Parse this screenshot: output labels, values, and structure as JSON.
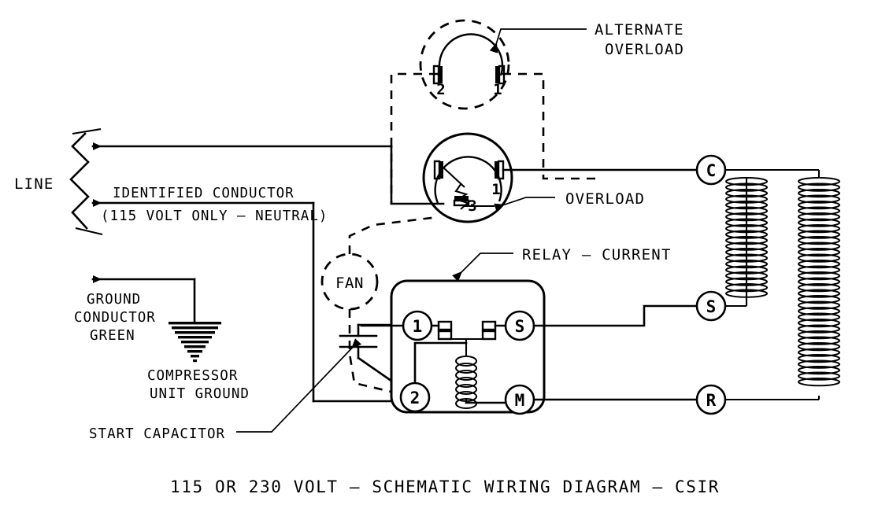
{
  "diagram": {
    "caption": "115 OR 230 VOLT – SCHEMATIC WIRING DIAGRAM – CSIR",
    "labels": {
      "line": "LINE",
      "identified_conductor": "IDENTIFIED CONDUCTOR",
      "identified_conductor_sub": "(115 VOLT ONLY – NEUTRAL)",
      "ground_conductor_1": "GROUND",
      "ground_conductor_2": "CONDUCTOR",
      "ground_conductor_3": "GREEN",
      "compressor_ground_1": "COMPRESSOR",
      "compressor_ground_2": "UNIT GROUND",
      "start_capacitor": "START CAPACITOR",
      "alternate_overload_1": "ALTERNATE",
      "alternate_overload_2": "OVERLOAD",
      "overload": "OVERLOAD",
      "relay_current": "RELAY – CURRENT",
      "fan": "FAN"
    },
    "alternate_overload": {
      "terminal_left": "2",
      "terminal_right": "1"
    },
    "overload": {
      "terminal_right": "1",
      "terminal_bottom": "3"
    },
    "relay": {
      "terminal_1": "1",
      "terminal_2": "2",
      "terminal_s": "S",
      "terminal_m": "M"
    },
    "motor": {
      "terminal_c": "C",
      "terminal_s": "S",
      "terminal_r": "R"
    },
    "colors": {
      "ink": "#000000",
      "paper": "#ffffff"
    }
  }
}
